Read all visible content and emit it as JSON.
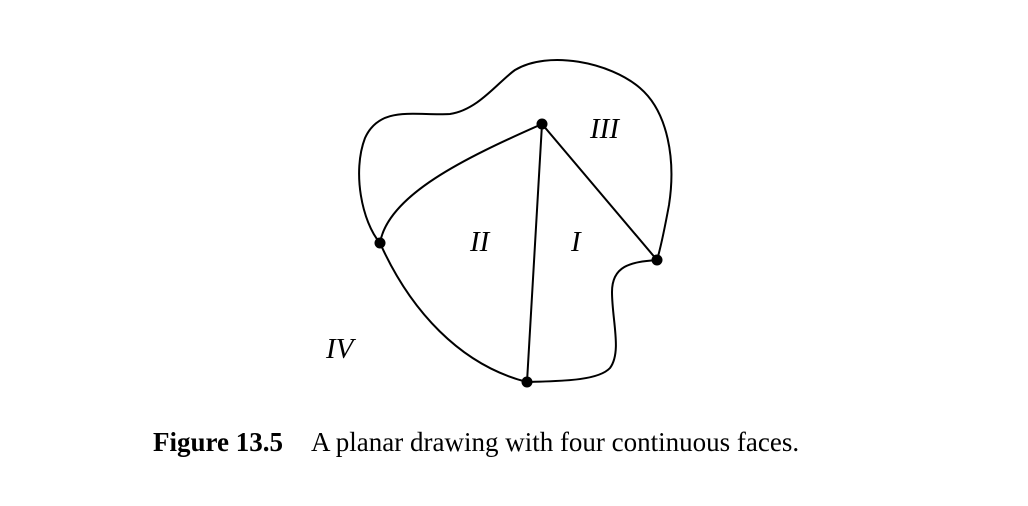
{
  "figure": {
    "faces": [
      {
        "id": "face-1",
        "label": "I"
      },
      {
        "id": "face-2",
        "label": "II"
      },
      {
        "id": "face-3",
        "label": "III"
      },
      {
        "id": "face-4",
        "label": "IV"
      }
    ],
    "vertices": [
      "top",
      "left",
      "right",
      "bottom"
    ],
    "caption": {
      "number": "Figure 13.5",
      "text": "A planar drawing with four continuous faces."
    }
  }
}
